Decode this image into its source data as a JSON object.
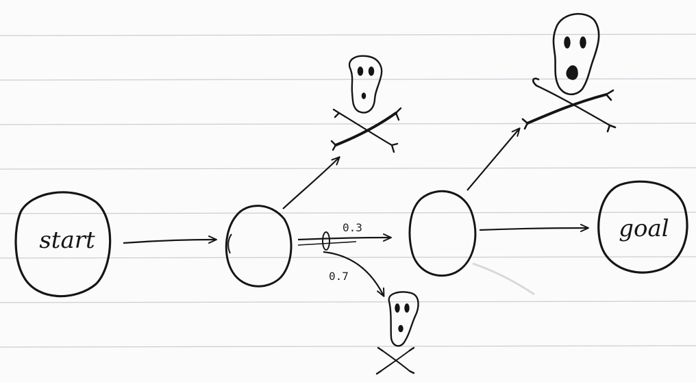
{
  "diagram": {
    "nodes": {
      "start": "start",
      "goal": "goal"
    },
    "edges": {
      "prob_upper": "0.3",
      "prob_lower": "0.7"
    },
    "icons": [
      "skull-crossbones-icon",
      "skull-crossbones-icon",
      "skull-crossbones-icon"
    ],
    "colors": {
      "paper": "#fbfbfb",
      "rule_line": "#c9cdd6",
      "ink": "#151515"
    }
  }
}
